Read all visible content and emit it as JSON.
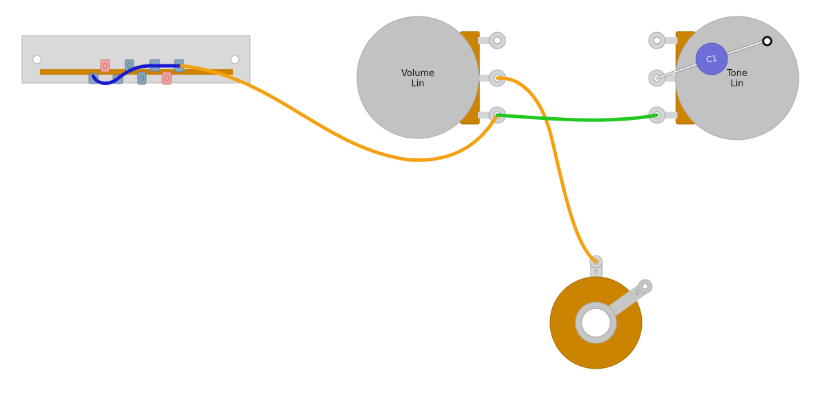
{
  "colors": {
    "background": "#ffffff",
    "pot_body": "#c2c2c2",
    "pot_outline": "#a8a8a8",
    "brass": "#cc8400",
    "lug": "#d4d4d4",
    "pickup_plate": "#d9d9d9",
    "pole_blue": "#8aa6bd",
    "pole_red": "#f0a0a0",
    "capacitor": "#6e6ed8",
    "wire_orange": "#f5a010",
    "wire_green": "#20c820",
    "wire_blue": "#1a1ad0",
    "wire_white": "#f2f2f2"
  },
  "volume_pot": {
    "name": "Volume",
    "taper": "Lin"
  },
  "tone_pot": {
    "name": "Tone",
    "taper": "Lin"
  },
  "capacitor": {
    "label": "C1"
  },
  "jack": {
    "tip_letter": "T",
    "sleeve_letter": "S"
  }
}
